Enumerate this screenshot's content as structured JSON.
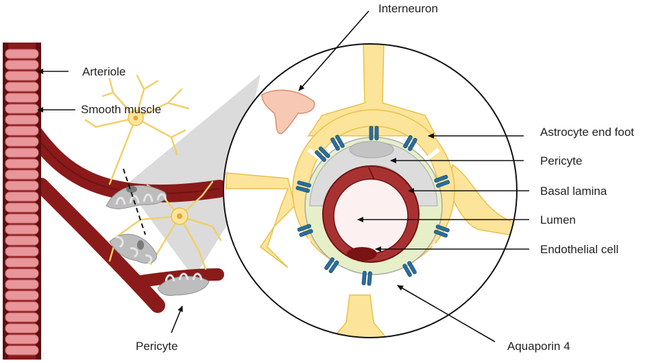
{
  "labels": {
    "interneuron": "Interneuron",
    "arteriole": "Arteriole",
    "smooth_muscle": "Smooth muscle",
    "pericyte_left": "Pericyte",
    "astrocyte_end_foot": "Astrocyte end foot",
    "pericyte_right": "Pericyte",
    "basal_lamina": "Basal lamina",
    "lumen": "Lumen",
    "endothelial_cell": "Endothelial cell",
    "aquaporin_4": "Aquaporin 4"
  },
  "colors": {
    "vessel": "#8b1a1a",
    "vessel_dark": "#5e0f0f",
    "smooth_muscle": "#e8969a",
    "astrocyte": "#fce49a",
    "astrocyte_stroke": "#e9c04a",
    "aquaporin": "#2a6f9e",
    "pericyte": "#b8b8b8",
    "basal_lamina": "#e6efc8",
    "lumen": "#fdf0f1",
    "interneuron": "#f7c9b4",
    "zoom_cone": "#cfcfcf"
  }
}
